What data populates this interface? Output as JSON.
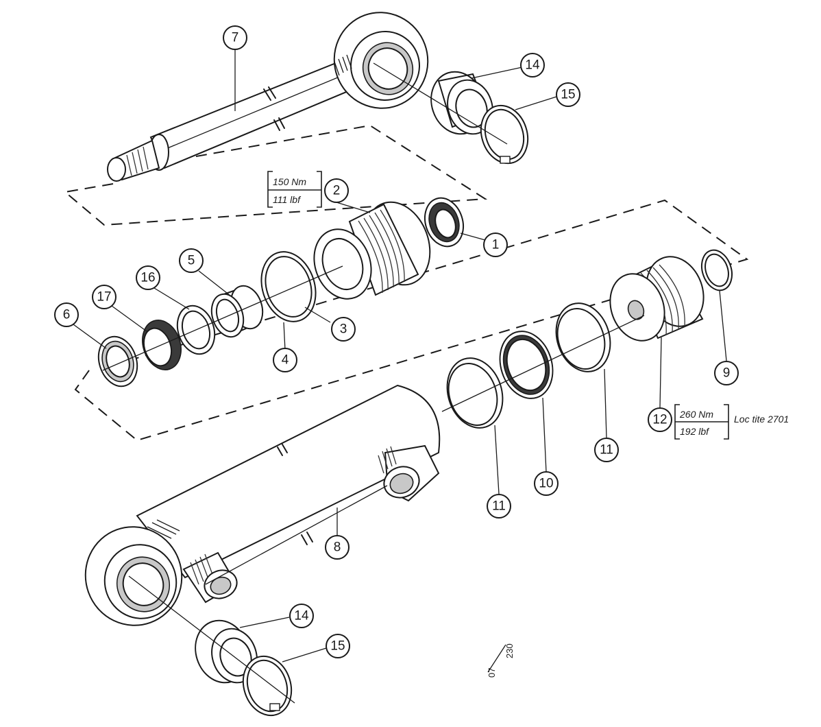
{
  "callouts": {
    "c7": "7",
    "c14a": "14",
    "c15a": "15",
    "c2": "2",
    "c1": "1",
    "c5": "5",
    "c16": "16",
    "c17": "17",
    "c6": "6",
    "c3": "3",
    "c4": "4",
    "c9": "9",
    "c12": "12",
    "c11a": "11",
    "c11b": "11",
    "c10": "10",
    "c8": "8",
    "c14b": "14",
    "c15b": "15"
  },
  "torque_specs": {
    "gland": {
      "metric": "150 Nm",
      "imperial": "111 lbf"
    },
    "piston": {
      "metric": "260 Nm",
      "imperial": "192 lbf",
      "note": "Loc tite 2701"
    }
  },
  "doc_ref": {
    "left": "07",
    "right": "230"
  }
}
